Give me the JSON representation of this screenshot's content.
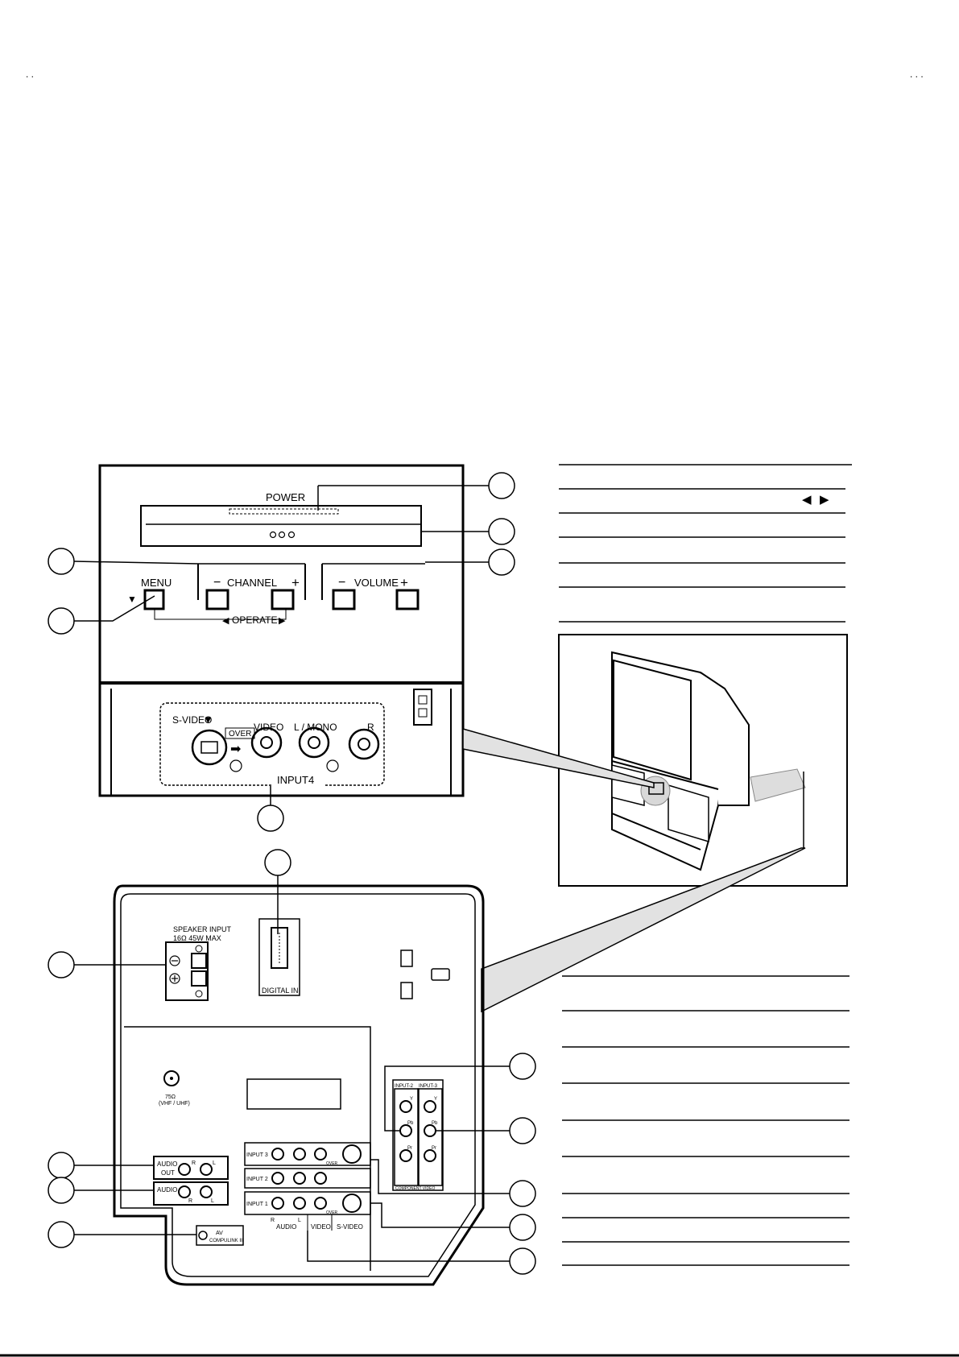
{
  "corner_marks": {
    "left": ". .",
    "right": ". . ."
  },
  "front_panel": {
    "power_label": "POWER",
    "menu_label": "MENU",
    "channel_label": "CHANNEL",
    "volume_label": "VOLUME",
    "minus": "−",
    "plus": "+",
    "operate_label": "OPERATE",
    "svideo_label": "S-VIDEO",
    "over_label": "OVER",
    "video_label": "VIDEO",
    "lmono_label": "L / MONO",
    "r_label": "R",
    "input4_label": "INPUT4"
  },
  "rear_panel": {
    "speaker_input_label": "SPEAKER INPUT",
    "speaker_spec": "16Ω   45W   MAX",
    "digital_in_label": "DIGITAL IN",
    "antenna_label_1": "75Ω",
    "antenna_label_2": "(VHF / UHF)",
    "audio_out_label_1": "AUDIO",
    "audio_out_label_2": "OUT",
    "audio_label": "AUDIO",
    "r_label": "R",
    "l_label": "L",
    "input3_label": "INPUT 3",
    "input2_label": "INPUT 2",
    "input1_label": "INPUT 1",
    "over_label": "OVER",
    "col_audio": "AUDIO",
    "col_video": "VIDEO",
    "col_svideo": "S-VIDEO",
    "input2_comp_label": "INPUT-2",
    "input3_comp_label": "INPUT-3",
    "y_label": "Y",
    "pb_label": "Pb",
    "pr_label": "Pr",
    "component_video_label": "COMPONENT VIDEO",
    "av_label": "AV",
    "compulink_label": "COMPULINK III"
  }
}
